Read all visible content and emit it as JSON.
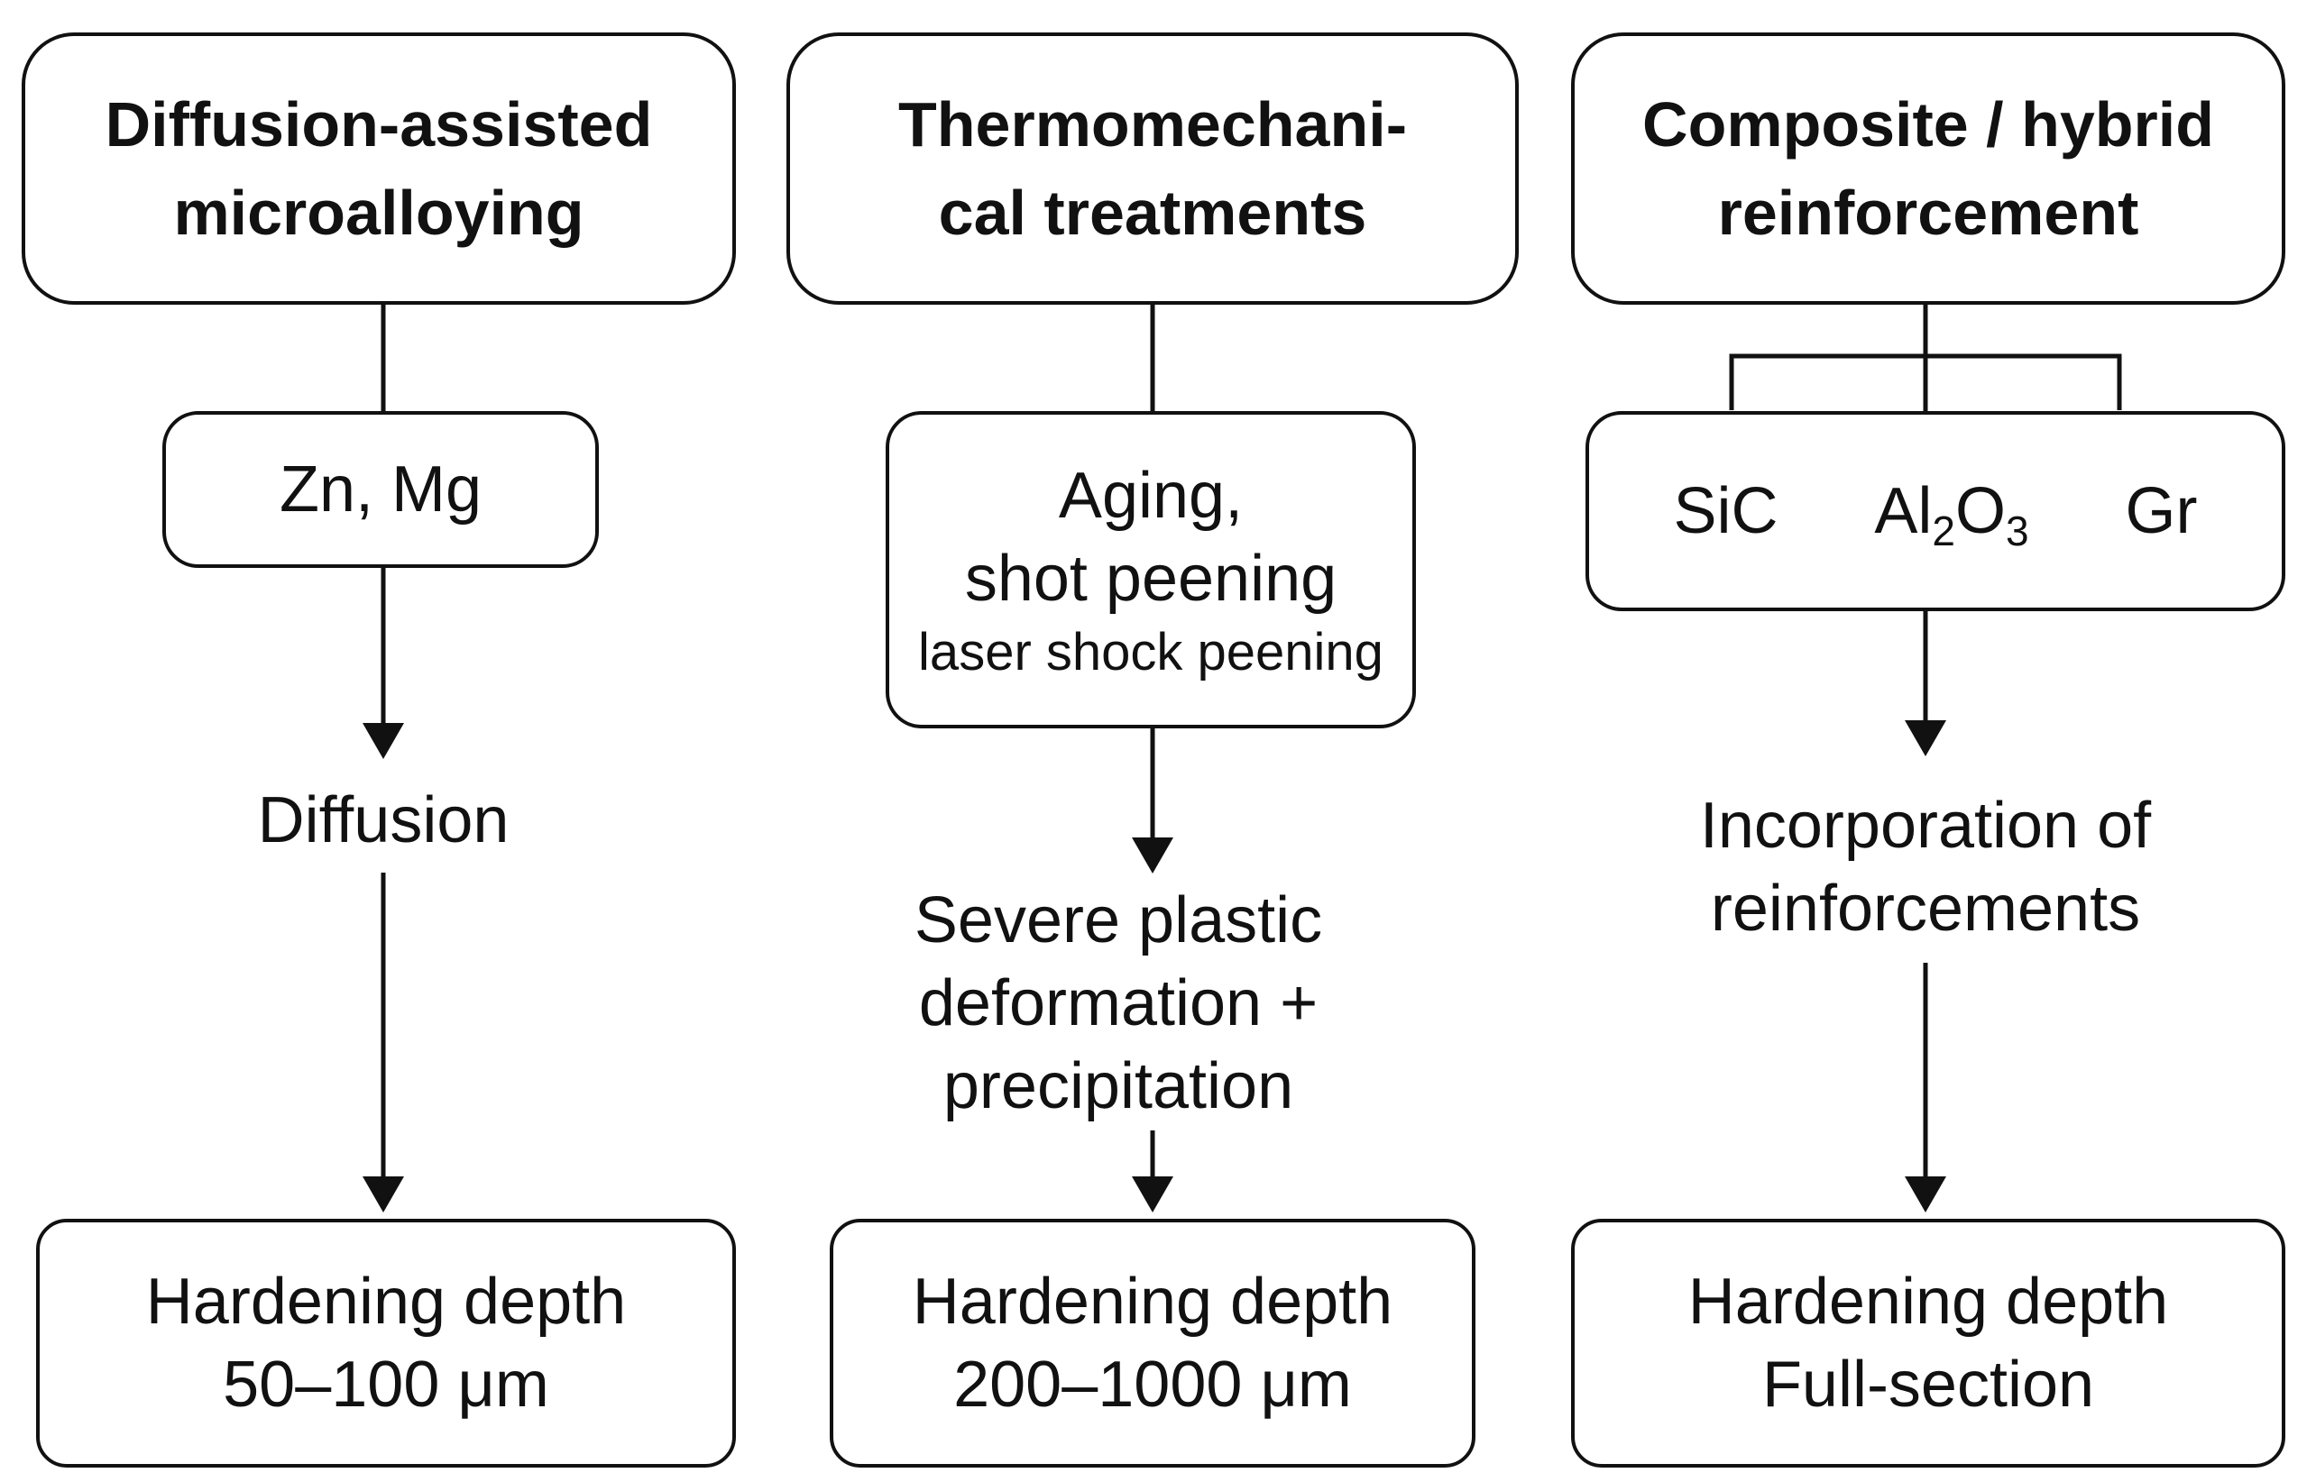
{
  "columns": [
    {
      "header": [
        "Diffusion-assisted",
        "microalloying"
      ],
      "mid": [
        "Zn, Mg"
      ],
      "process": [
        "Diffusion"
      ],
      "result": [
        "Hardening depth",
        "50–100 μm"
      ]
    },
    {
      "header": [
        "Thermomechani-",
        "cal treatments"
      ],
      "mid": [
        "Aging,",
        "shot peening"
      ],
      "mid_small": "laser shock peening",
      "process": [
        "Severe plastic",
        "deformation +",
        "precipitation"
      ],
      "result": [
        "Hardening depth",
        "200–1000 μm"
      ]
    },
    {
      "header": [
        "Composite / hybrid",
        "reinforcement"
      ],
      "reinforcements": [
        {
          "base": "SiC",
          "sub1": "",
          "mid": "",
          "sub2": ""
        },
        {
          "base": "Al",
          "sub1": "2",
          "mid": "O",
          "sub2": "3"
        },
        {
          "base": "Gr",
          "sub1": "",
          "mid": "",
          "sub2": ""
        }
      ],
      "process": [
        "Incorporation of",
        "reinforcements"
      ],
      "result": [
        "Hardening depth",
        "Full-section"
      ]
    }
  ],
  "line_color": "#111111"
}
